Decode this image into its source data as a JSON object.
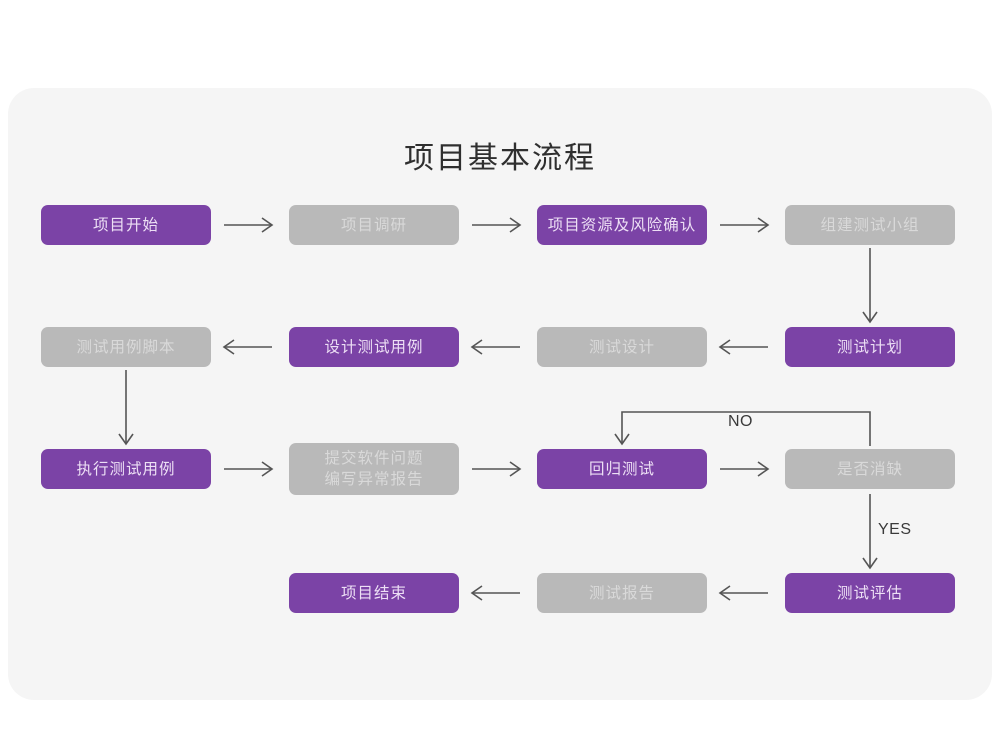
{
  "title": "项目基本流程",
  "colors": {
    "page_background": "#ffffff",
    "card_background": "#f5f5f5",
    "node_purple": "#7b43a6",
    "node_purple_text": "#eddff5",
    "node_gray": "#b9b9b9",
    "node_gray_text": "#d9d9d9",
    "arrow": "#555555",
    "title_text": "#2f2f2f",
    "edge_label_text": "#3a3a3a"
  },
  "nodes": [
    {
      "id": "n1",
      "label": "项目开始",
      "style": "purple",
      "row": 1,
      "col": 1
    },
    {
      "id": "n2",
      "label": "项目调研",
      "style": "gray",
      "row": 1,
      "col": 2
    },
    {
      "id": "n3",
      "label": "项目资源及风险确认",
      "style": "purple",
      "row": 1,
      "col": 3
    },
    {
      "id": "n4",
      "label": "组建测试小组",
      "style": "gray",
      "row": 1,
      "col": 4
    },
    {
      "id": "n5",
      "label": "测试用例脚本",
      "style": "gray",
      "row": 2,
      "col": 1
    },
    {
      "id": "n6",
      "label": "设计测试用例",
      "style": "purple",
      "row": 2,
      "col": 2
    },
    {
      "id": "n7",
      "label": "测试设计",
      "style": "gray",
      "row": 2,
      "col": 3
    },
    {
      "id": "n8",
      "label": "测试计划",
      "style": "purple",
      "row": 2,
      "col": 4
    },
    {
      "id": "n9",
      "label": "执行测试用例",
      "style": "purple",
      "row": 3,
      "col": 1
    },
    {
      "id": "n10",
      "label": "提交软件问题\n编写异常报告",
      "style": "gray",
      "row": 3,
      "col": 2
    },
    {
      "id": "n11",
      "label": "回归测试",
      "style": "purple",
      "row": 3,
      "col": 3
    },
    {
      "id": "n12",
      "label": "是否消缺",
      "style": "gray",
      "row": 3,
      "col": 4
    },
    {
      "id": "n13",
      "label": "项目结束",
      "style": "purple",
      "row": 4,
      "col": 2
    },
    {
      "id": "n14",
      "label": "测试报告",
      "style": "gray",
      "row": 4,
      "col": 3
    },
    {
      "id": "n15",
      "label": "测试评估",
      "style": "purple",
      "row": 4,
      "col": 4
    }
  ],
  "edges": [
    {
      "id": "e1",
      "from": "n1",
      "to": "n2",
      "direction": "right",
      "label": ""
    },
    {
      "id": "e2",
      "from": "n2",
      "to": "n3",
      "direction": "right",
      "label": ""
    },
    {
      "id": "e3",
      "from": "n3",
      "to": "n4",
      "direction": "right",
      "label": ""
    },
    {
      "id": "e4",
      "from": "n4",
      "to": "n8",
      "direction": "down",
      "label": ""
    },
    {
      "id": "e5",
      "from": "n8",
      "to": "n7",
      "direction": "left",
      "label": ""
    },
    {
      "id": "e6",
      "from": "n7",
      "to": "n6",
      "direction": "left",
      "label": ""
    },
    {
      "id": "e7",
      "from": "n6",
      "to": "n5",
      "direction": "left",
      "label": ""
    },
    {
      "id": "e8",
      "from": "n5",
      "to": "n9",
      "direction": "down",
      "label": ""
    },
    {
      "id": "e9",
      "from": "n9",
      "to": "n10",
      "direction": "right",
      "label": ""
    },
    {
      "id": "e10",
      "from": "n10",
      "to": "n11",
      "direction": "right",
      "label": ""
    },
    {
      "id": "e11",
      "from": "n11",
      "to": "n12",
      "direction": "right",
      "label": ""
    },
    {
      "id": "e12",
      "from": "n12",
      "to": "n11",
      "direction": "loop-top",
      "label": "NO"
    },
    {
      "id": "e13",
      "from": "n12",
      "to": "n15",
      "direction": "down",
      "label": "YES"
    },
    {
      "id": "e14",
      "from": "n15",
      "to": "n14",
      "direction": "left",
      "label": ""
    },
    {
      "id": "e15",
      "from": "n14",
      "to": "n13",
      "direction": "left",
      "label": ""
    }
  ],
  "edge_labels": {
    "no": "NO",
    "yes": "YES"
  }
}
